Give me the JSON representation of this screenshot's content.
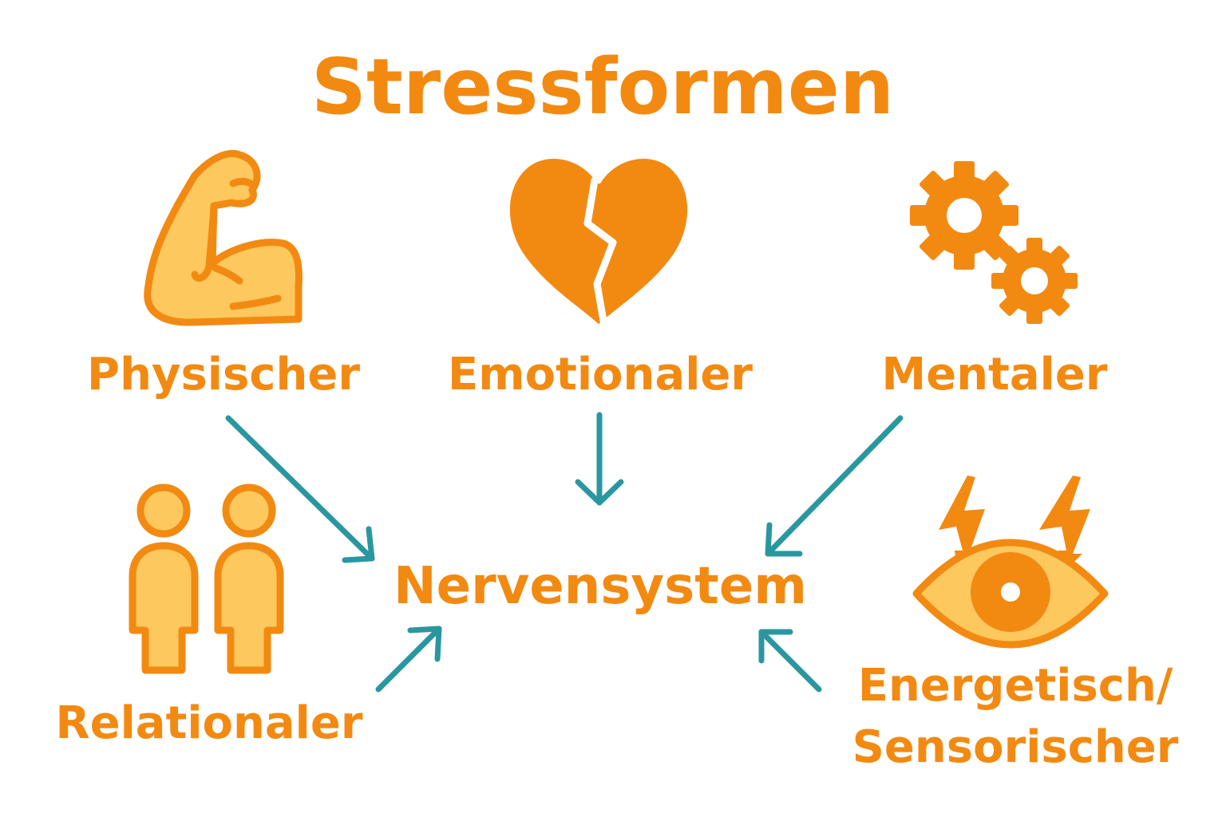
{
  "title": "Stressformen",
  "center": "Nervensystem",
  "nodes": {
    "physical": {
      "label": "Physischer",
      "icon": "flexed-biceps-icon"
    },
    "emotional": {
      "label": "Emotionaler",
      "icon": "broken-heart-icon"
    },
    "mental": {
      "label": "Mentaler",
      "icon": "gears-icon"
    },
    "relational": {
      "label": "Relationaler",
      "icon": "two-people-icon"
    },
    "energetic": {
      "label_line1": "Energetisch/",
      "label_line2": "Sensorischer",
      "icon": "eye-lightning-icon"
    }
  },
  "colors": {
    "text": "#f28a12",
    "icon_fill": "#fdc85e",
    "arrow": "#2a97a0"
  }
}
